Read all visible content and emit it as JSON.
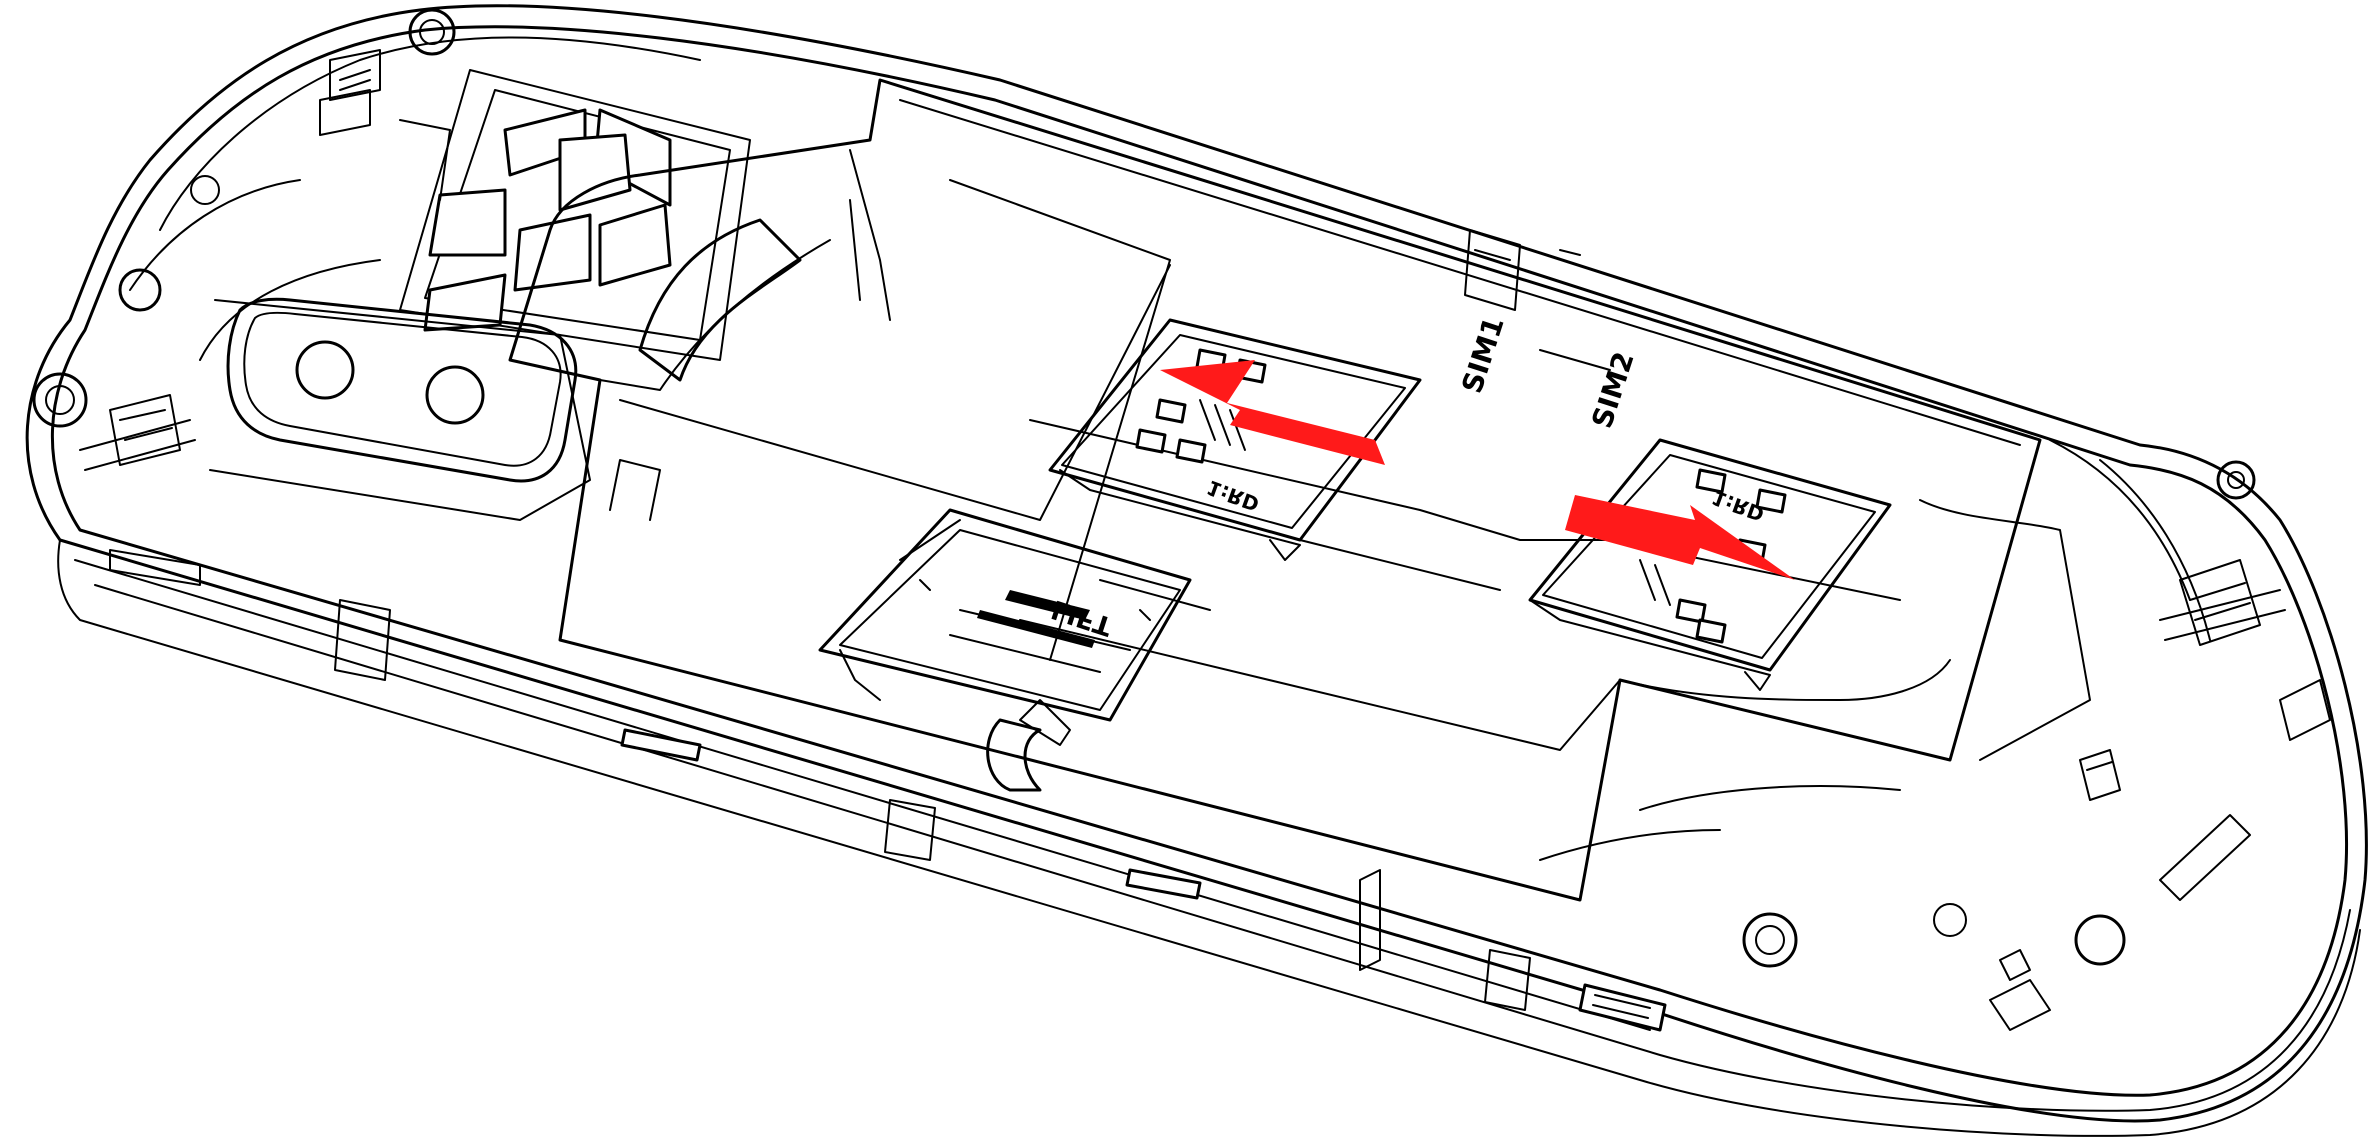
{
  "slot_labels": {
    "sim1": "SIM1",
    "sim2": "SIM2",
    "memory_card": "LIFT"
  },
  "tray_markings": {
    "sim1_tray": "1:RD",
    "sim2_tray": "1:RD"
  },
  "arrow_color": "#ff1a1a",
  "arrows": [
    {
      "name": "sim1-insert-arrow",
      "direction": "left"
    },
    {
      "name": "sim2-insert-arrow",
      "direction": "right"
    }
  ]
}
